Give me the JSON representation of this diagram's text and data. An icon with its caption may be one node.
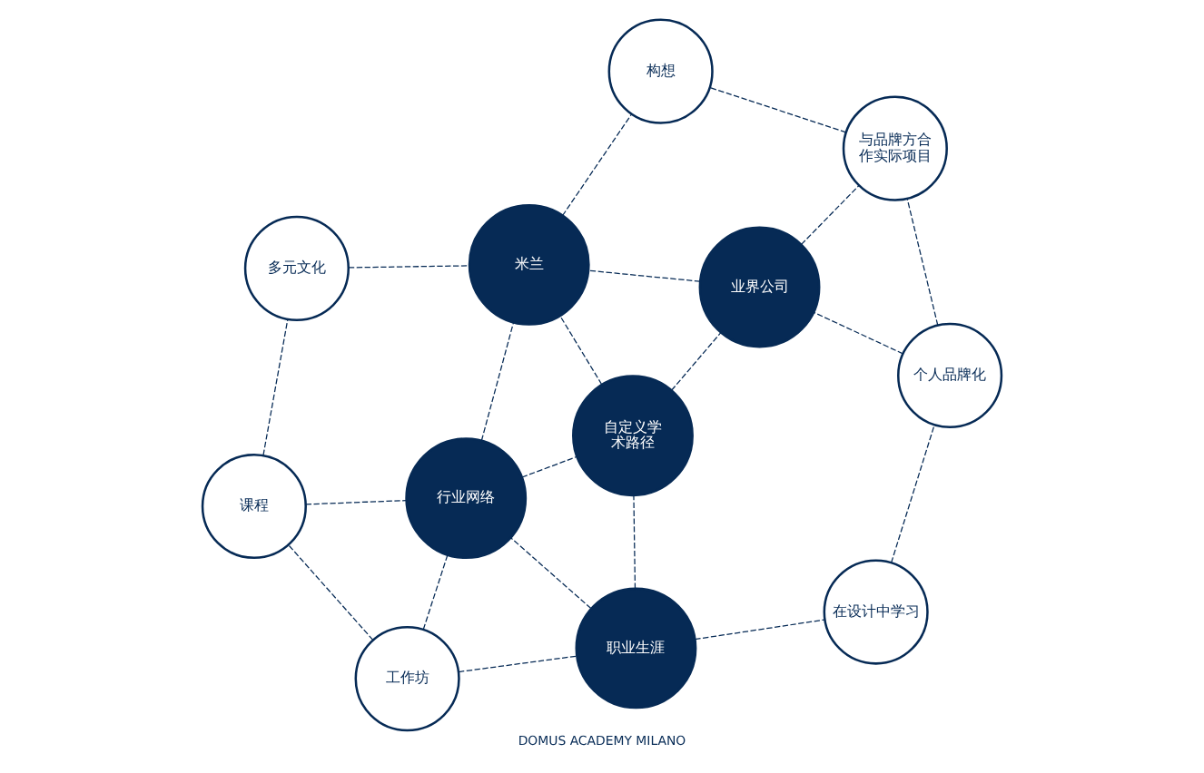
{
  "diagram": {
    "caption": "DOMUS ACADEMY MILANO",
    "nodes": [
      {
        "text": [
          "职业生涯"
        ]
      },
      {
        "text": [
          "工作坊"
        ]
      },
      {
        "text": [
          "在设计中学习"
        ]
      },
      {
        "text": [
          "个人品牌化"
        ]
      },
      {
        "text": [
          "自定义学术路径"
        ]
      },
      {
        "text": [
          "课程"
        ]
      },
      {
        "text": [
          "行业网络"
        ]
      },
      {
        "text": [
          "业界公司"
        ]
      },
      {
        "text": [
          "与品牌方合作实际项目"
        ]
      },
      {
        "text": [
          "米兰"
        ]
      },
      {
        "text": [
          "多元文化"
        ]
      },
      {
        "text": [
          "构想"
        ]
      }
    ],
    "edges": [
      {
        "from": 1,
        "to": 0,
        "arrow": "none",
        "style": "dashed"
      },
      {
        "from": 0,
        "to": 2,
        "arrow": "none",
        "style": "dashed"
      },
      {
        "from": 2,
        "to": 3,
        "arrow": "none",
        "style": "dashed"
      },
      {
        "from": 1,
        "to": 5,
        "arrow": "none",
        "style": "dashed"
      },
      {
        "from": 1,
        "to": 6,
        "arrow": "none",
        "style": "dashed"
      },
      {
        "from": 0,
        "to": 6,
        "arrow": "none",
        "style": "dashed"
      },
      {
        "from": 0,
        "to": 4,
        "arrow": "none",
        "style": "dashed"
      },
      {
        "from": 3,
        "to": 7,
        "arrow": "none",
        "style": "dashed"
      },
      {
        "from": 3,
        "to": 8,
        "arrow": "none",
        "style": "dashed"
      },
      {
        "from": 4,
        "to": 7,
        "arrow": "none",
        "style": "dashed"
      },
      {
        "from": 7,
        "to": 8,
        "arrow": "none",
        "style": "dashed"
      },
      {
        "from": 8,
        "to": 11,
        "arrow": "none",
        "style": "dashed"
      },
      {
        "from": 5,
        "to": 6,
        "arrow": "none",
        "style": "dashed"
      },
      {
        "from": 5,
        "to": 10,
        "arrow": "none",
        "style": "dashed"
      },
      {
        "from": 6,
        "to": 4,
        "arrow": "none",
        "style": "dashed"
      },
      {
        "from": 6,
        "to": 9,
        "arrow": "none",
        "style": "dashed"
      },
      {
        "from": 4,
        "to": 9,
        "arrow": "none",
        "style": "dashed"
      },
      {
        "from": 7,
        "to": 9,
        "arrow": "none",
        "style": "dashed"
      },
      {
        "from": 10,
        "to": 9,
        "arrow": "none",
        "style": "dashed"
      },
      {
        "from": 9,
        "to": 11,
        "arrow": "none",
        "style": "dashed"
      }
    ]
  }
}
